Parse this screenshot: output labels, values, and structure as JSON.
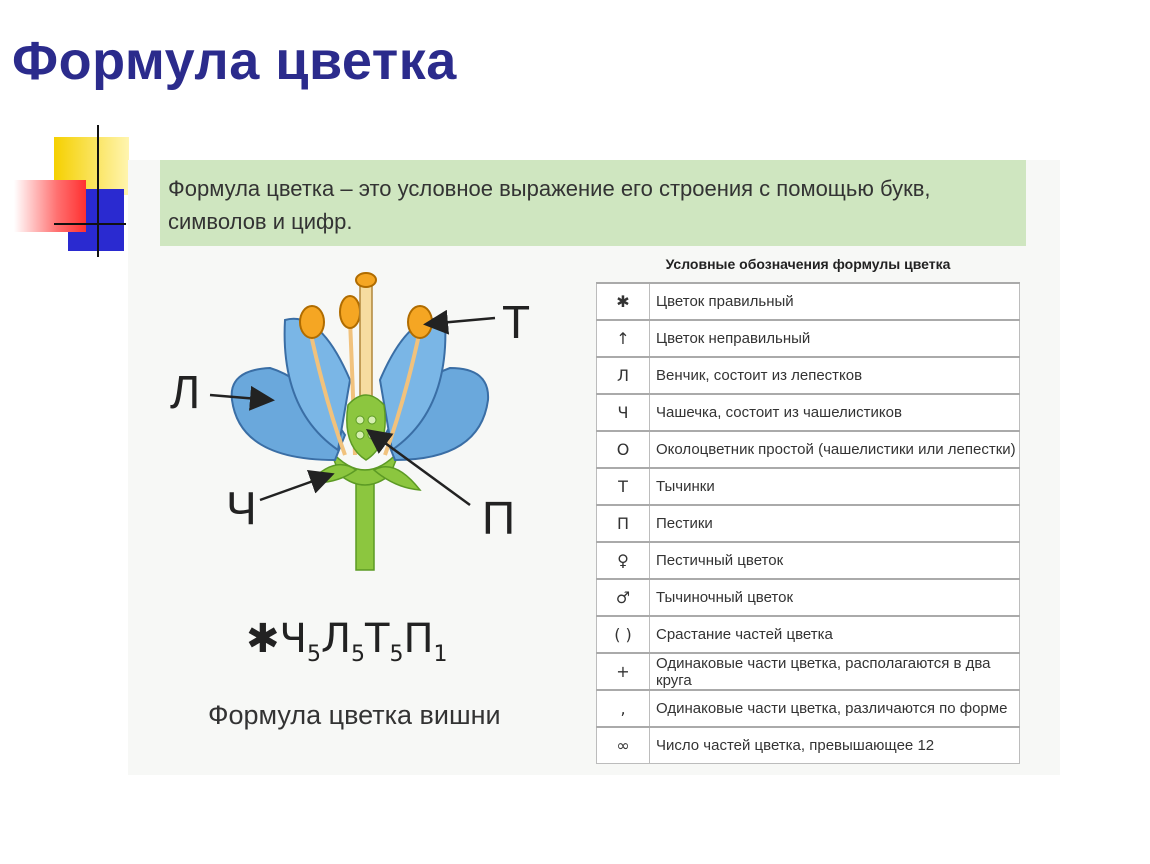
{
  "title": "Формула цветка",
  "definition": "Формула цветка – это условное выражение его строения с помощью букв, символов и цифр.",
  "diagram": {
    "labels": {
      "petals": "Л",
      "stamens": "Т",
      "sepals": "Ч",
      "pistil": "П"
    },
    "formula": {
      "symbol": "✱",
      "parts": [
        {
          "letter": "Ч",
          "count": "5"
        },
        {
          "letter": "Л",
          "count": "5"
        },
        {
          "letter": "Т",
          "count": "5"
        },
        {
          "letter": "П",
          "count": "1"
        }
      ]
    },
    "caption": "Формула цветка вишни"
  },
  "legend": {
    "title": "Условные обозначения формулы цветка",
    "rows": [
      {
        "symbol": "✱",
        "text": "Цветок правильный"
      },
      {
        "symbol": "↑",
        "text": "Цветок неправильный"
      },
      {
        "symbol": "Л",
        "text": "Венчик, состоит из лепестков"
      },
      {
        "symbol": "Ч",
        "text": "Чашечка, состоит из чашелистиков"
      },
      {
        "symbol": "О",
        "text": "Околоцветник простой (чашелистики или лепестки)"
      },
      {
        "symbol": "Т",
        "text": "Тычинки"
      },
      {
        "symbol": "П",
        "text": "Пестики"
      },
      {
        "symbol": "♀",
        "text": "Пестичный цветок"
      },
      {
        "symbol": "♂",
        "text": "Тычиночный цветок"
      },
      {
        "symbol": "( )",
        "text": "Срастание частей цветка"
      },
      {
        "symbol": "+",
        "text": "Одинаковые части цветка, располагаются в два круга"
      },
      {
        "symbol": ",",
        "text": "Одинаковые части цветка, различаются по форме"
      },
      {
        "symbol": "∞",
        "text": "Число частей цветка, превышающее 12"
      }
    ]
  },
  "colors": {
    "title": "#2b2b8c",
    "definition_bg": "#cfe6c0",
    "petal": "#6aa8dc",
    "stem": "#8cc63f",
    "stamen": "#f5a623"
  }
}
